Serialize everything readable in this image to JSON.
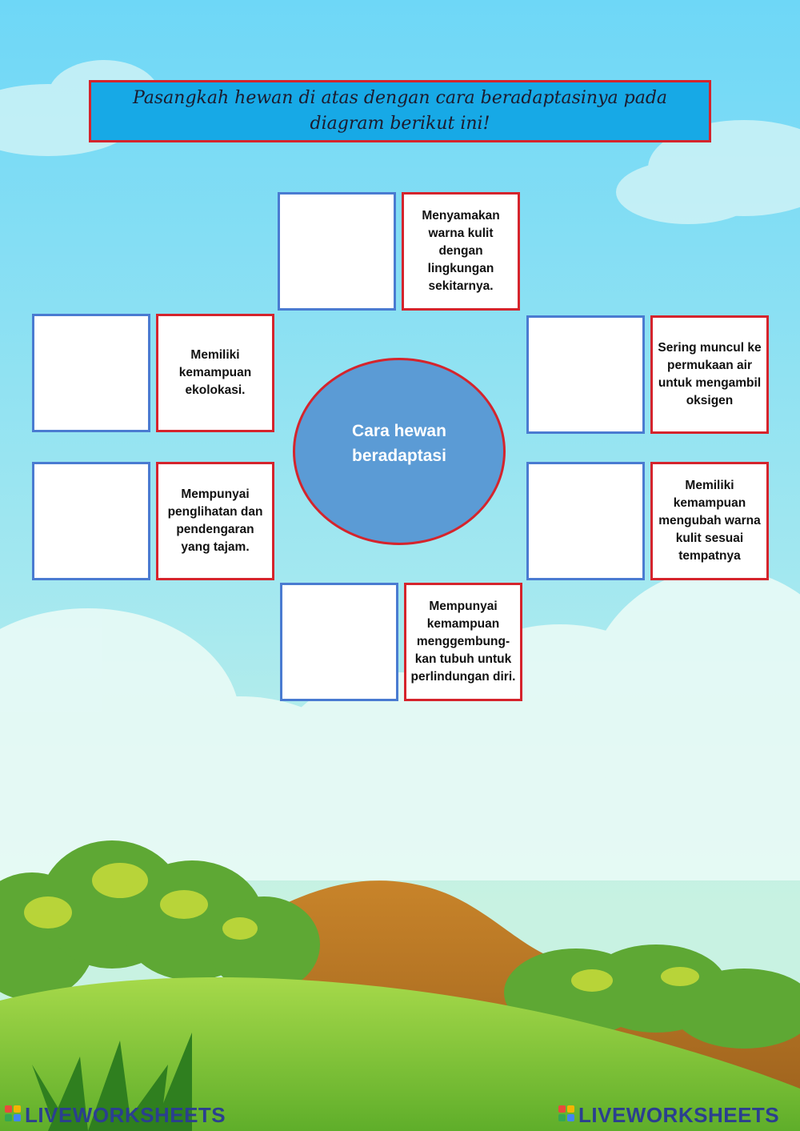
{
  "title": "Pasangkah hewan di atas dengan cara beradaptasinya pada diagram berikut ini!",
  "center": {
    "label": "Cara hewan beradaptasi"
  },
  "pairs": [
    {
      "id": "top",
      "text": "Menyamakan warna kulit dengan lingkungan sekitarnya."
    },
    {
      "id": "left-upper",
      "text": "Memiliki kemampuan ekolokasi."
    },
    {
      "id": "right-upper",
      "text": "Sering muncul ke permukaan air untuk mengambil oksigen"
    },
    {
      "id": "left-lower",
      "text": "Mempunyai penglihatan dan pendengaran yang tajam."
    },
    {
      "id": "right-lower",
      "text": "Memiliki kemampuan mengubah warna kulit sesuai tempatnya"
    },
    {
      "id": "bottom",
      "text": "Mempunyai kemampuan menggembung-kan tubuh untuk perlindungan diri."
    }
  ],
  "footer": {
    "brand_left": "LIVEWORKSHEETS",
    "brand_right": "LIVEWORKSHEETS"
  },
  "colors": {
    "title_fill": "#17a9e6",
    "red_border": "#d5242c",
    "blue_border": "#4a7bd1",
    "oval_fill": "#5b9bd5"
  }
}
